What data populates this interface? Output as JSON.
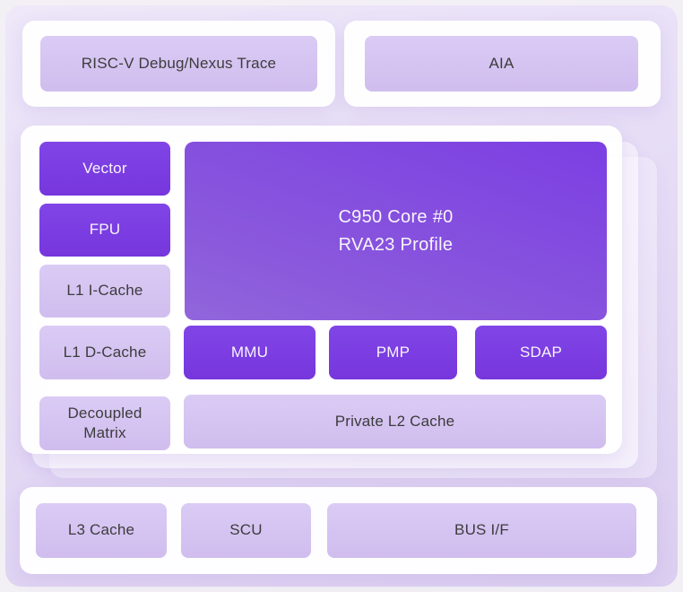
{
  "diagram": {
    "colors": {
      "accent_dark_purple": "#7B3CE1",
      "accent_core_purple": "#8550DF",
      "accent_light_purple": "#D7C5F2",
      "panel_lavender": "#E3D8F4"
    },
    "top": {
      "debug": "RISC-V Debug/Nexus Trace",
      "aia": "AIA"
    },
    "core": {
      "title_line1": "C950 Core #0",
      "title_line2": "RVA23 Profile",
      "left_blocks": [
        {
          "label": "Vector"
        },
        {
          "label": "FPU"
        },
        {
          "label": "L1 I-Cache"
        },
        {
          "label": "L1 D-Cache"
        },
        {
          "label": "Decoupled Matrix"
        }
      ],
      "sub_blocks": [
        {
          "label": "MMU"
        },
        {
          "label": "PMP"
        },
        {
          "label": "SDAP"
        }
      ],
      "l2": "Private L2 Cache"
    },
    "uncore": [
      {
        "label": "L3 Cache"
      },
      {
        "label": "SCU"
      },
      {
        "label": "BUS I/F"
      }
    ]
  }
}
